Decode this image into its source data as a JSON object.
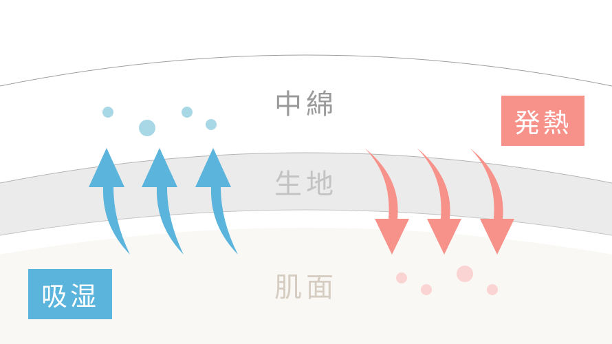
{
  "layers": {
    "top_label": "中綿",
    "middle_label": "生地",
    "bottom_label": "肌面"
  },
  "badges": {
    "moisture_absorption": "吸湿",
    "heat_generation": "発熱"
  },
  "colors": {
    "blue": "#5ab4db",
    "light_blue": "#a8d8e6",
    "salmon": "#f7928a",
    "light_pink": "#fad4d2",
    "fabric_band": "#ebebeb",
    "skin_area": "#faf8f4"
  }
}
